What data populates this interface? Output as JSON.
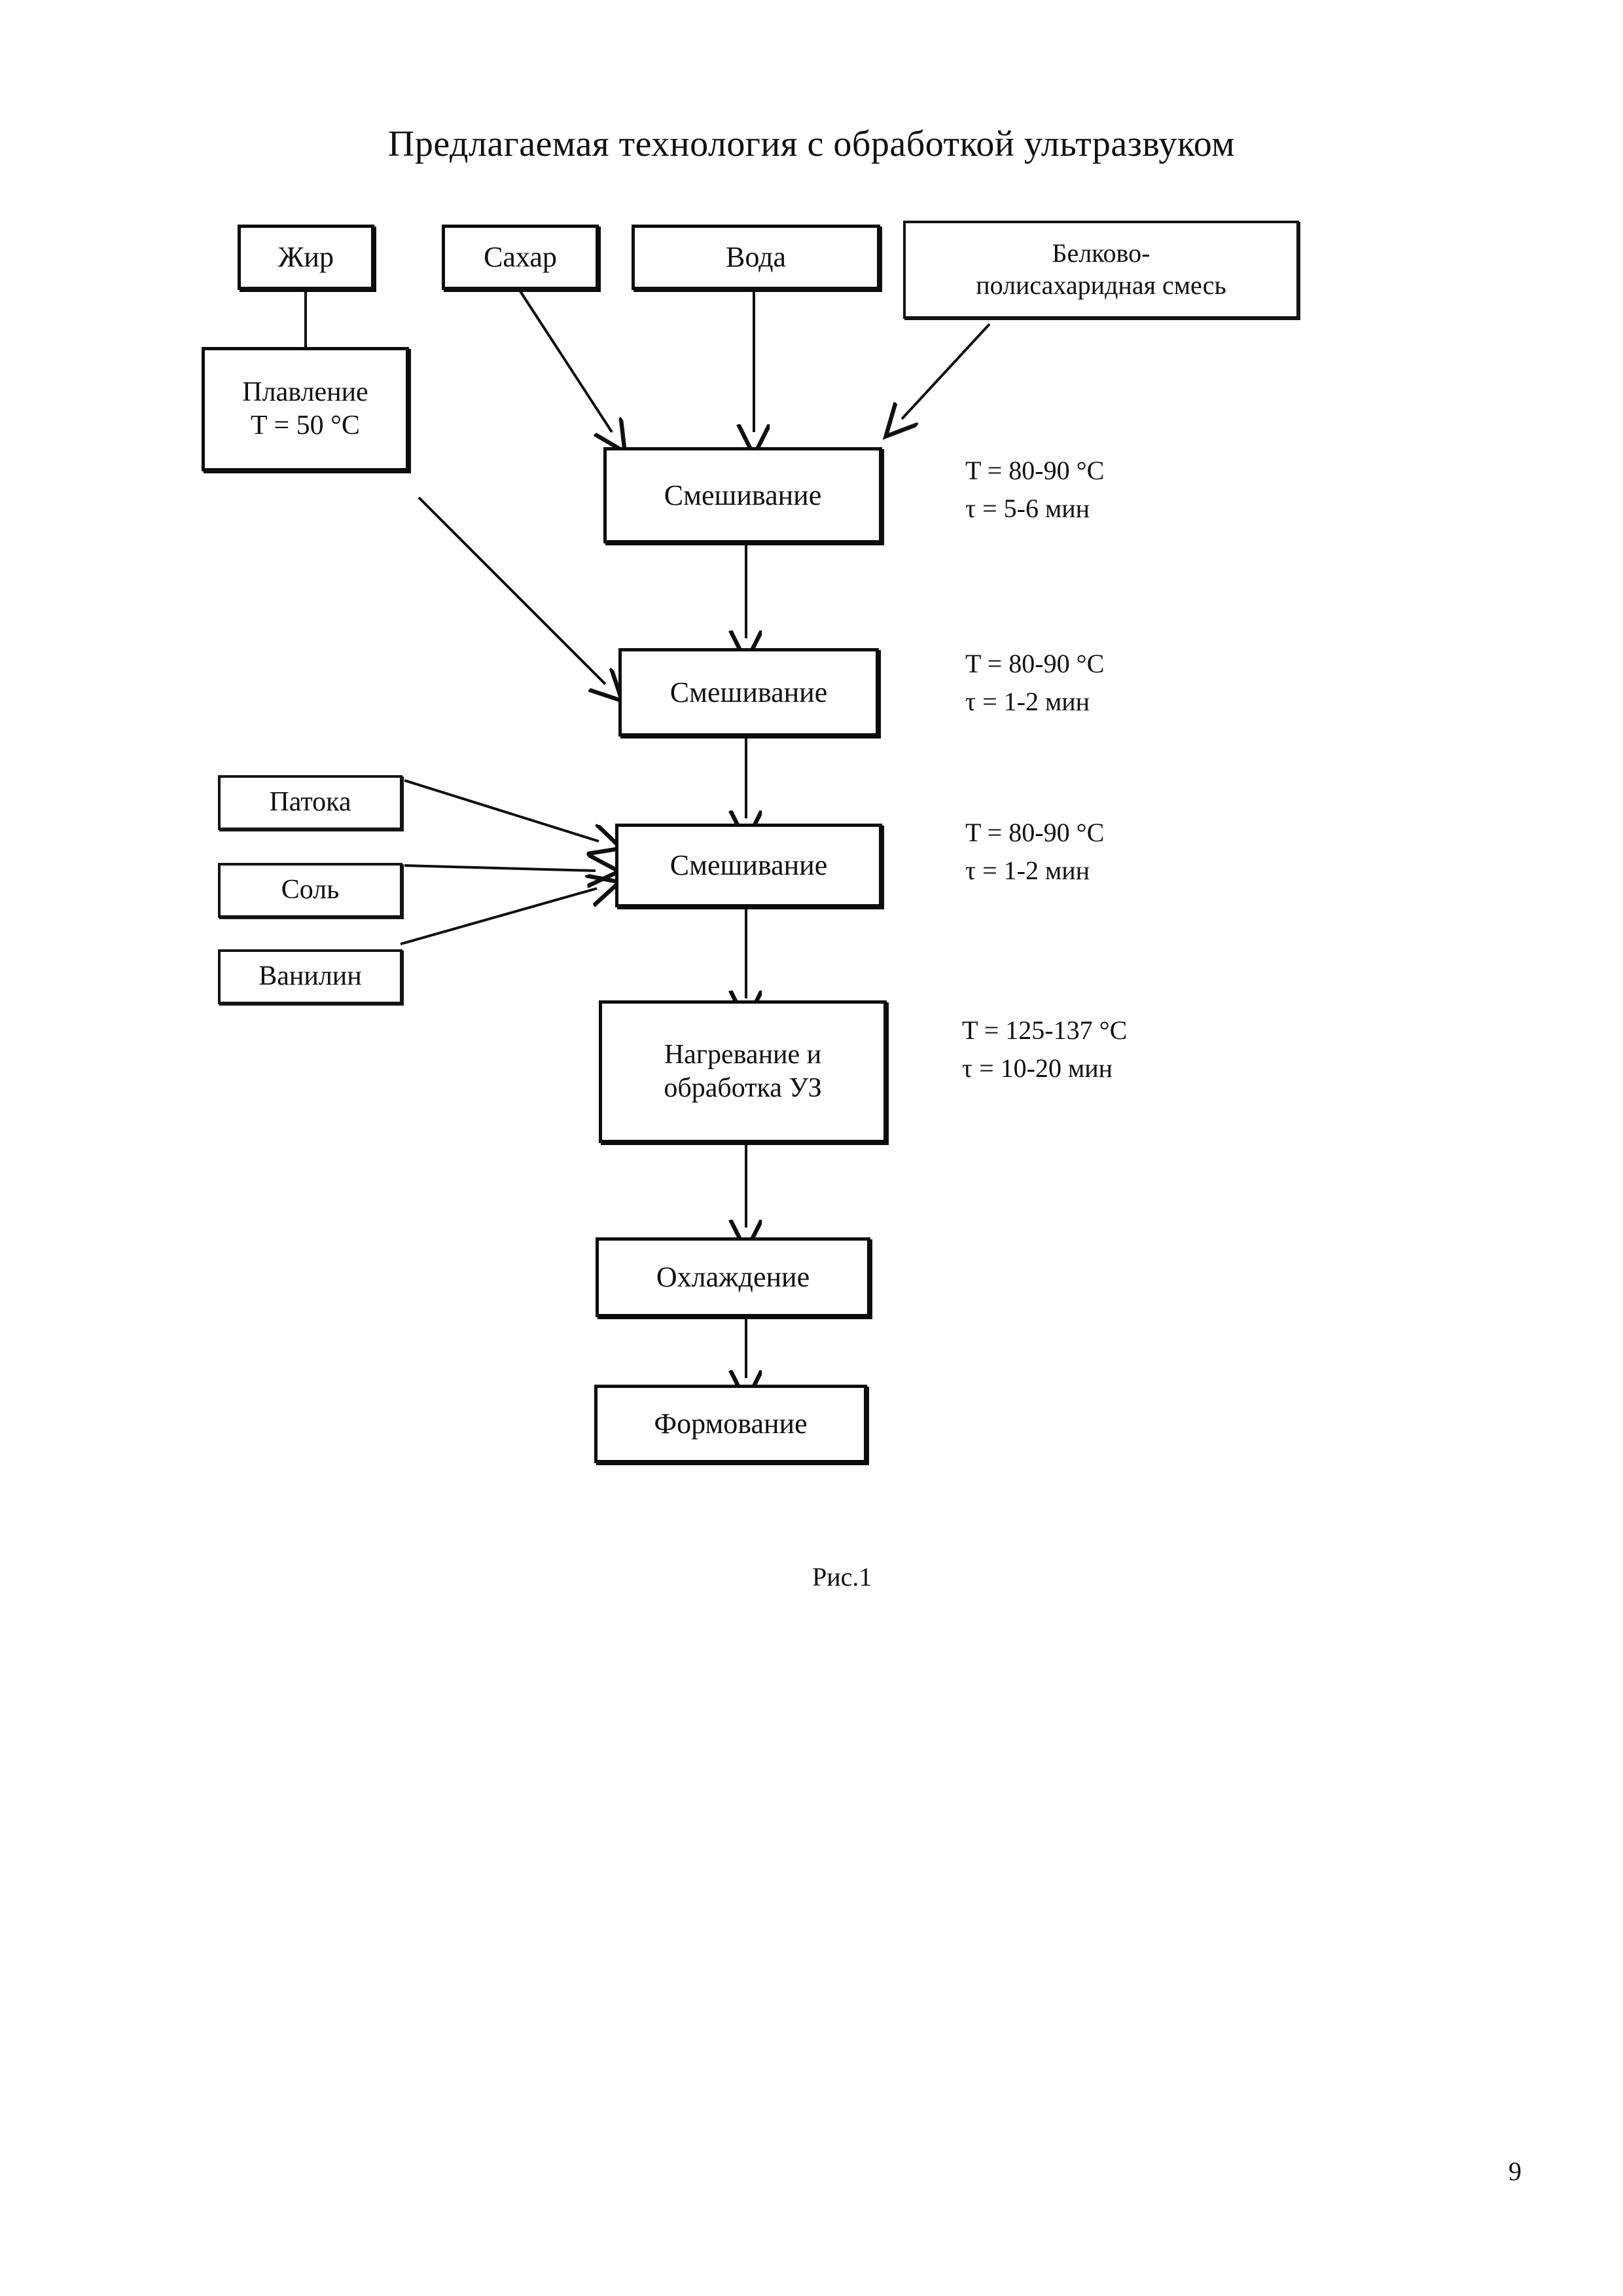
{
  "page": {
    "title": "Предлагаемая технология с обработкой ультразвуком",
    "caption": "Рис.1",
    "page_number": "9",
    "ink_color": "#101010",
    "background_color": "#ffffff"
  },
  "nodes": {
    "fat": "Жир",
    "sugar": "Сахар",
    "water": "Вода",
    "protein_mix": "Белково-\nполисахаридная смесь",
    "melting": "Плавление\nT = 50 °C",
    "mixing1": "Смешивание",
    "mixing2": "Смешивание",
    "mixing3": "Смешивание",
    "molasses": "Патока",
    "salt": "Соль",
    "vanillin": "Ванилин",
    "heating_us": "Нагревание и\nобработка УЗ",
    "cooling": "Охлаждение",
    "forming": "Формование"
  },
  "annotations": {
    "mixing1": "T = 80-90 °C\nτ = 5-6 мин",
    "mixing2": "T = 80-90 °C\nτ = 1-2 мин",
    "mixing3": "T = 80-90 °C\nτ = 1-2 мин",
    "heating_us": "T = 125-137 °C\nτ = 10-20 мин"
  },
  "flow": {
    "type": "process-flowchart",
    "edges": [
      {
        "from": "fat",
        "to": "melting",
        "style": "plain-line"
      },
      {
        "from": "sugar",
        "to": "mixing1",
        "style": "arrow-diagonal"
      },
      {
        "from": "water",
        "to": "mixing1",
        "style": "arrow-vertical"
      },
      {
        "from": "protein_mix",
        "to": "mixing1",
        "style": "arrow-diagonal"
      },
      {
        "from": "melting",
        "to": "mixing2",
        "style": "arrow-diagonal"
      },
      {
        "from": "mixing1",
        "to": "mixing2",
        "style": "arrow-vertical"
      },
      {
        "from": "molasses",
        "to": "mixing3",
        "style": "arrow-diagonal"
      },
      {
        "from": "salt",
        "to": "mixing3",
        "style": "arrow-horizontal"
      },
      {
        "from": "vanillin",
        "to": "mixing3",
        "style": "arrow-diagonal"
      },
      {
        "from": "mixing2",
        "to": "mixing3",
        "style": "arrow-vertical"
      },
      {
        "from": "mixing3",
        "to": "heating_us",
        "style": "arrow-vertical"
      },
      {
        "from": "heating_us",
        "to": "cooling",
        "style": "arrow-vertical"
      },
      {
        "from": "cooling",
        "to": "forming",
        "style": "arrow-vertical"
      }
    ]
  }
}
